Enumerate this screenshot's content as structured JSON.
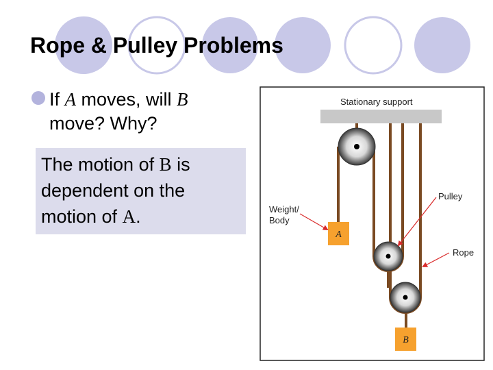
{
  "slide": {
    "title": "Rope & Pulley Problems",
    "bullet": {
      "pre": "If ",
      "var_a": "A",
      "mid": " moves, will ",
      "var_b": "B",
      "line2": "move?  Why?"
    },
    "answer": {
      "pre": "The motion of ",
      "var_b": "B",
      "post1": " is",
      "line2": "dependent on the",
      "line3_pre": "motion of ",
      "var_a": "A",
      "line3_post": "."
    }
  },
  "diagram": {
    "support_label": "Stationary support",
    "weight_label_line1": "Weight/",
    "weight_label_line2": "Body",
    "pulley_label": "Pulley",
    "rope_label": "Rope",
    "block_a": "A",
    "block_b": "B"
  },
  "colors": {
    "deco_circle": "#c8c8e8",
    "bullet": "#b3b3dd",
    "answer_bg": "#dcdcec",
    "support": "#c8c8c8",
    "rope": "#7a4a22",
    "block": "#f6a12e",
    "arrow": "#d92b2b"
  }
}
